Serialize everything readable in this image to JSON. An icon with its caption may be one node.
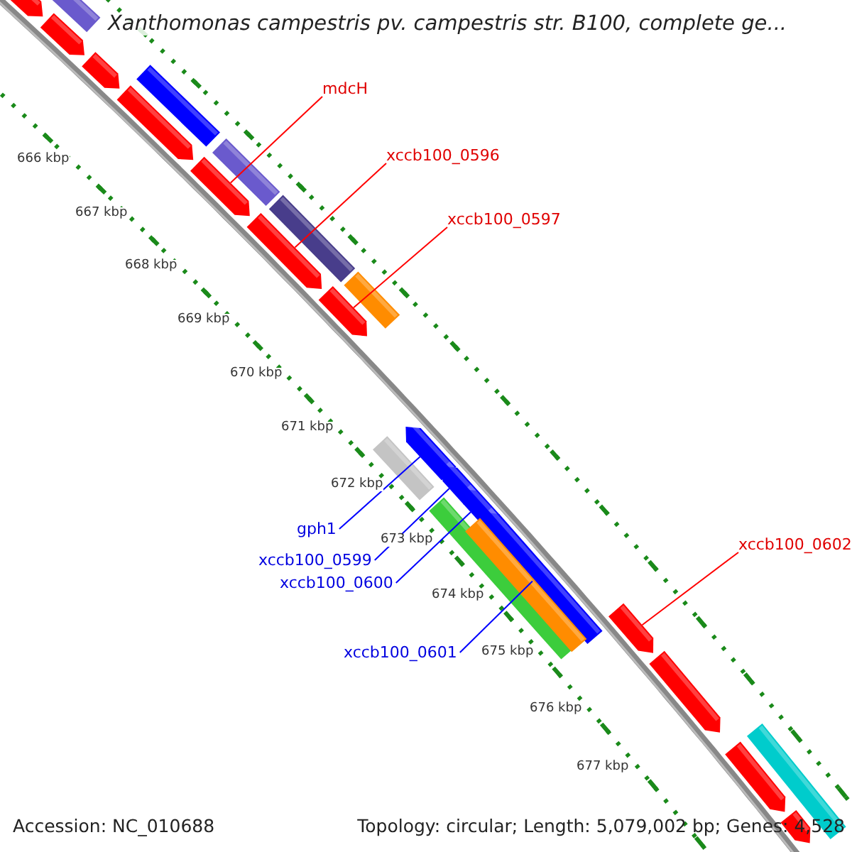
{
  "diagram": {
    "title": "Xanthomonas campestris pv. campestris str. B100, complete ge...",
    "nodes": [
      {
        "text": [
          "mdcH"
        ]
      },
      {
        "text": [],
        "shape": "bar"
      },
      {
        "text": [
          "xccb100_0596"
        ]
      },
      {
        "text": [],
        "shape": "bar"
      },
      {
        "text": [
          "xccb100_0597"
        ]
      },
      {
        "text": [],
        "shape": "bar"
      },
      {
        "text": [
          "gph1"
        ]
      },
      {
        "text": [],
        "shape": "bar"
      },
      {
        "text": [
          "xccb100_0599"
        ]
      },
      {
        "text": [],
        "shape": "bar"
      },
      {
        "text": [
          "xccb100_0600"
        ]
      },
      {
        "text": [],
        "shape": "bar"
      },
      {
        "text": [
          "xccb100_0601"
        ]
      },
      {
        "text": [],
        "shape": "bar"
      },
      {
        "text": [
          "xccb100_0602"
        ]
      },
      {
        "text": [],
        "shape": "bar"
      },
      {
        "text": [],
        "shape": "bar"
      },
      {
        "text": [],
        "shape": "bar"
      },
      {
        "text": [],
        "shape": "bar"
      },
      {
        "text": [],
        "shape": "bar"
      },
      {
        "text": [],
        "shape": "bar"
      },
      {
        "text": [],
        "shape": "bar"
      },
      {
        "text": [],
        "shape": "bar"
      },
      {
        "text": [],
        "shape": "bar"
      },
      {
        "text": [],
        "shape": "bar"
      },
      {
        "text": [],
        "shape": "bar"
      },
      {
        "text": [],
        "shape": "bar"
      },
      {
        "text": [],
        "shape": "bar"
      },
      {
        "text": [],
        "shape": "bar"
      },
      {
        "text": [],
        "shape": "bar"
      },
      {
        "text": [],
        "shape": "bar"
      },
      {
        "text": [],
        "shape": "bar"
      }
    ],
    "edges": [
      {
        "from": 0,
        "to": 1,
        "arrow": "none"
      },
      {
        "from": 2,
        "to": 3,
        "arrow": "none"
      },
      {
        "from": 4,
        "to": 5,
        "arrow": "none"
      },
      {
        "from": 6,
        "to": 7,
        "arrow": "none",
        "color": "#0000ff"
      },
      {
        "from": 8,
        "to": 9,
        "arrow": "none",
        "color": "#0000ff"
      },
      {
        "from": 10,
        "to": 11,
        "arrow": "none",
        "color": "#0000ff"
      },
      {
        "from": 12,
        "to": 13,
        "arrow": "none",
        "color": "#0000ff"
      },
      {
        "from": 14,
        "to": 15,
        "arrow": "none"
      }
    ],
    "labels": [
      "666 kbp",
      "667 kbp",
      "668 kbp",
      "669 kbp",
      "670 kbp",
      "671 kbp",
      "672 kbp",
      "673 kbp",
      "674 kbp",
      "675 kbp",
      "676 kbp",
      "677 kbp",
      "Accession: NC_010688",
      "Topology: circular; Length: 5,079,002 bp; Genes: 4,528"
    ]
  }
}
